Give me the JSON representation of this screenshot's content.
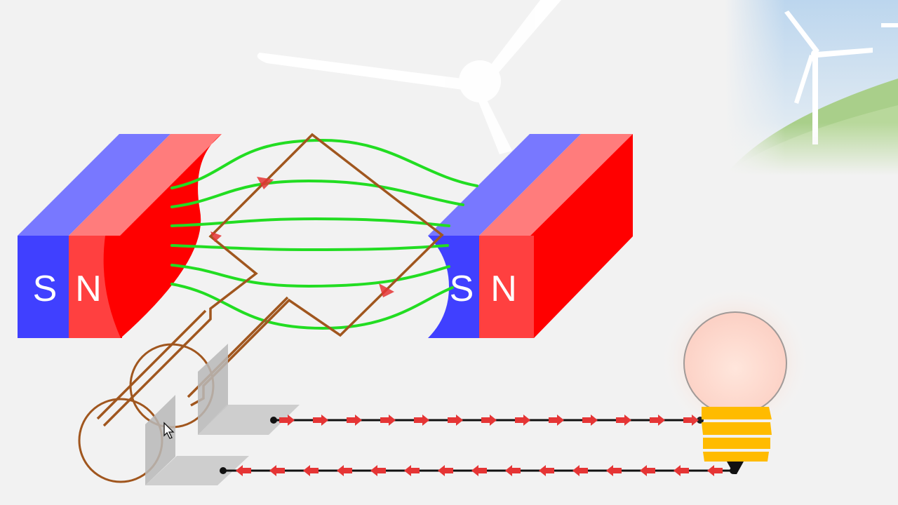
{
  "magnets": {
    "left": {
      "south_label": "S",
      "north_label": "N"
    },
    "right": {
      "south_label": "S",
      "north_label": "N"
    }
  },
  "colors": {
    "background": "#f2f2f2",
    "south_pole": "#4040ff",
    "south_pole_top": "#7878ff",
    "north_pole": "#ff4040",
    "north_pole_top": "#ff7c7c",
    "north_pole_side": "#ff0000",
    "field_lines": "#22dd22",
    "coil_wire": "#a0561e",
    "current_arrows": "#e53535",
    "circuit_wire": "#111111",
    "bulb_base": "#ffbb00",
    "brushes": "#c4c4c4"
  },
  "icons": {
    "background": "wind-turbine-icon",
    "scene": "wind-turbine-landscape-icon",
    "cursor": "mouse-pointer-icon",
    "bulb": "light-bulb-icon"
  }
}
